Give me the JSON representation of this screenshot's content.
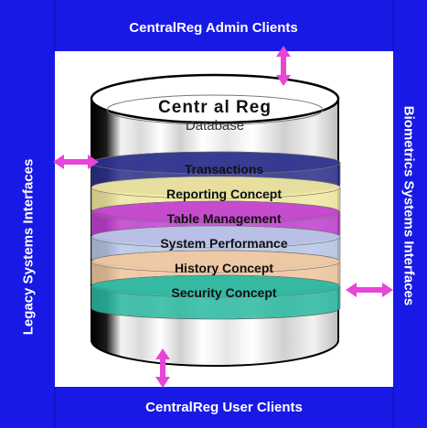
{
  "frame": {
    "top_label": "CentralReg Admin Clients",
    "bottom_label": "CentralReg User Clients",
    "left_label": "Legacy Systems Interfaces",
    "right_label": "Biometrics Systems Interfaces"
  },
  "database": {
    "title": "Centr al Reg",
    "subtitle": "Database"
  },
  "layers": [
    {
      "label": "Transactions",
      "color": "#2a2f8c"
    },
    {
      "label": "Reporting Concept",
      "color": "#f2eaa0"
    },
    {
      "label": "Table Management",
      "color": "#c23fd0"
    },
    {
      "label": "System Performance",
      "color": "#b8c7e8"
    },
    {
      "label": "History Concept",
      "color": "#f0c8a0"
    },
    {
      "label": "Security Concept",
      "color": "#28b8a0"
    }
  ],
  "colors": {
    "frame_blue": "#1919e6",
    "arrow_pink": "#e645d8"
  }
}
